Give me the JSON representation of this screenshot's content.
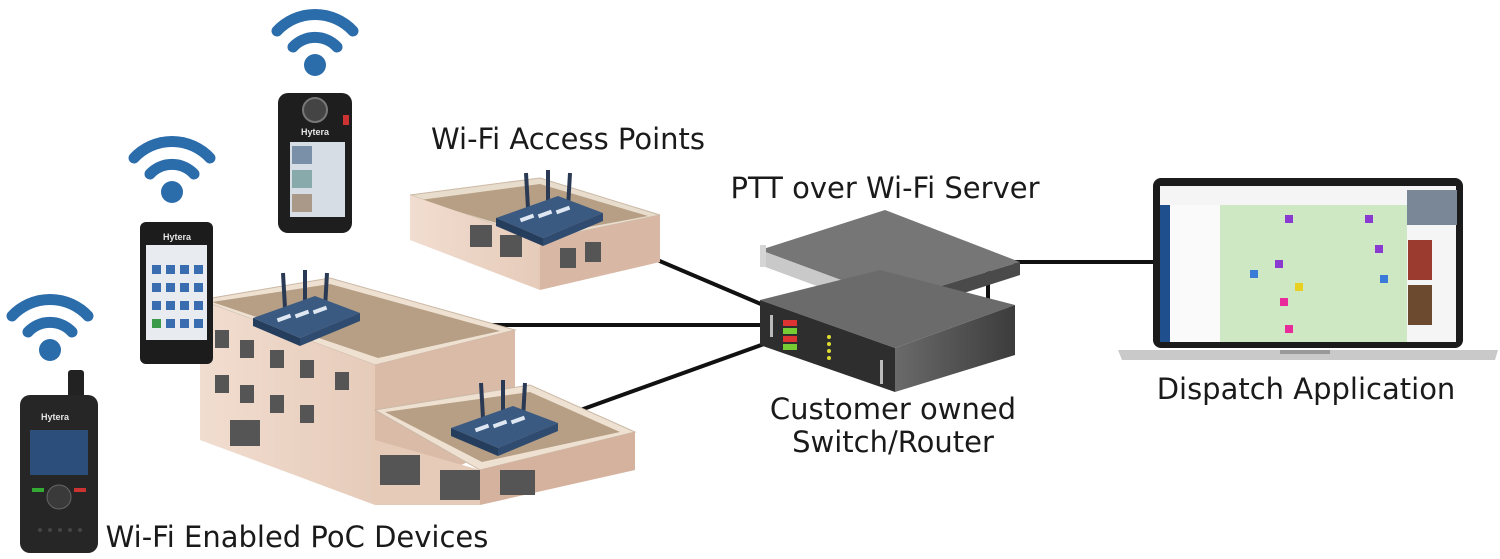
{
  "labels": {
    "access_points": "Wi-Fi Access Points",
    "server": "PTT over Wi-Fi Server",
    "dispatch": "Dispatch Application",
    "switch_line1": "Customer owned",
    "switch_line2": "Switch/Router",
    "devices": "Wi-Fi Enabled PoC Devices"
  },
  "device_brand": "Hytera",
  "colors": {
    "wifi": "#2b6cab",
    "link": "#111111",
    "map": "#cfe8c4",
    "sidebar": "#1f4f8c"
  }
}
